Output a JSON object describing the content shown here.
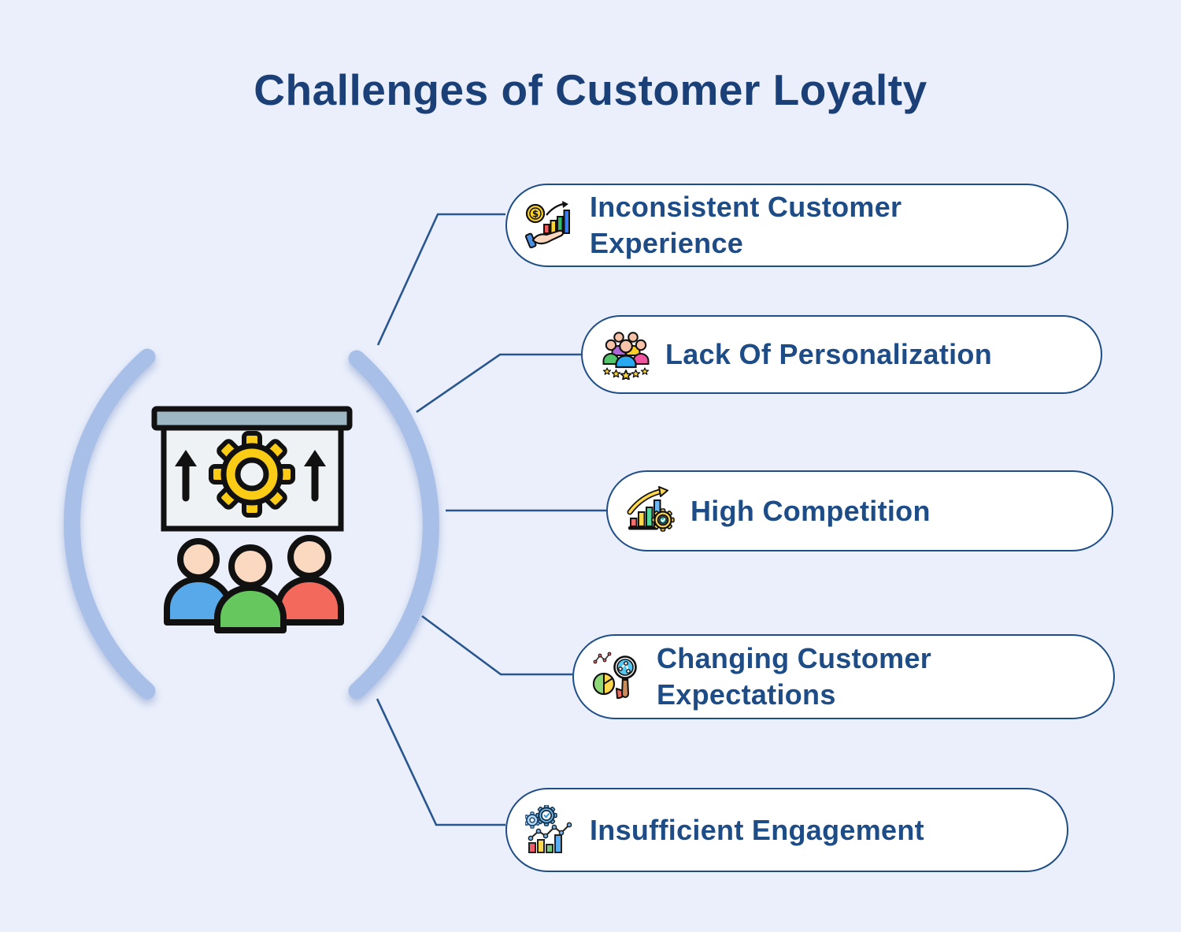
{
  "title": "Challenges of Customer Loyalty",
  "center": {
    "illustration": "presentation-screen-with-gear-and-audience"
  },
  "items": [
    {
      "label": "Inconsistent Customer Experience",
      "icon": "money-growth-hand-icon"
    },
    {
      "label": "Lack Of Personalization",
      "icon": "customer-group-stars-icon"
    },
    {
      "label": "High Competition",
      "icon": "growth-chart-gear-icon"
    },
    {
      "label": "Changing Customer Expectations",
      "icon": "magnifier-pie-analysis-icon"
    },
    {
      "label": "Insufficient Engagement",
      "icon": "gears-analytics-icon"
    }
  ],
  "colors": {
    "background": "#EAEFFB",
    "card_background": "#FFFFFF",
    "border_navy": "#1E4E87",
    "label_navy": "#1D4C86",
    "title_navy": "#1A4077",
    "arc_blue": "#A8BFE8"
  }
}
